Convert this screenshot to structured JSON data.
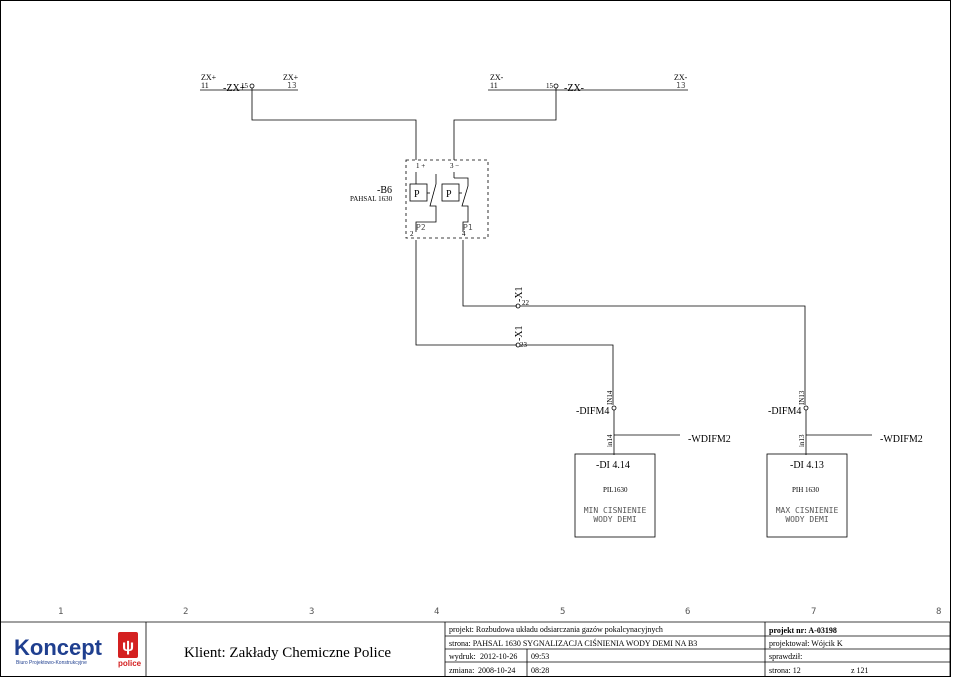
{
  "top_terminals": {
    "zxp_left": {
      "name": "ZX+",
      "pin": "11"
    },
    "zxp_label": "-ZX+",
    "zxp_mid_pin": "15",
    "zxp_right": {
      "name": "ZX+",
      "pin": "13"
    },
    "zxm_left": {
      "name": "ZX-",
      "pin": "11"
    },
    "zxm_mid_pin": "15",
    "zxm_label": "-ZX-",
    "zxm_right": {
      "name": "ZX-",
      "pin": "13"
    }
  },
  "device_b6": {
    "tag": "-B6",
    "model": "PAHSAL 1630",
    "pin1": "1 +",
    "pin3": "3 −",
    "p_left": "P",
    "p_right": "P",
    "out_left": "P2",
    "out_right": "P1",
    "pin2": "2",
    "pin4": "4"
  },
  "terminals_x1": [
    {
      "tag": "-X1",
      "pin": "22"
    },
    {
      "tag": "-X1",
      "pin": "23"
    }
  ],
  "inputs": [
    {
      "difm": "-DIFM4",
      "in_pin": "IN14",
      "in_small": "in14",
      "wdifm": "-WDIFM2",
      "di": "-DI 4.14",
      "code": "PIL1630",
      "desc1": "MIN CISNIENIE",
      "desc2": "WODY DEMI"
    },
    {
      "difm": "-DIFM4",
      "in_pin": "IN13",
      "in_small": "in13",
      "wdifm": "-WDIFM2",
      "di": "-DI 4.13",
      "code": "PIH 1630",
      "desc1": "MAX CISNIENIE",
      "desc2": "WODY DEMI"
    }
  ],
  "columns": [
    "1",
    "2",
    "3",
    "4",
    "5",
    "6",
    "7",
    "8"
  ],
  "title_block": {
    "logo_text": "Koncept",
    "logo_sub": "Biuro Projektowo-Konstrukcyjne",
    "logo_tag": "police",
    "client": "Klient:  Zakłady Chemiczne Police",
    "projekt": "projekt:  Rozbudowa układu odsiarczania gazów pokalcynacyjnych",
    "strona": "strona: PAHSAL 1630 SYGNALIZACJA CIŚNIENIA WODY DEMI NA B3",
    "wydruk_label": "wydruk:",
    "wydruk_date": "2012-10-26",
    "wydruk_time": "09:53",
    "zmiana_label": "zmiana:",
    "zmiana_date": "2008-10-24",
    "zmiana_time": "08:28",
    "projekt_nr": "projekt nr: A-03198",
    "projektowal": "projektował: Wójcik K",
    "sprawdzil": "sprawdził:",
    "page": "strona: 12",
    "of_pages": "z 121"
  },
  "colors": {
    "line": "#000000",
    "logo_blue": "#1f3f8f",
    "logo_red": "#d42020",
    "label_gray": "#555555"
  }
}
